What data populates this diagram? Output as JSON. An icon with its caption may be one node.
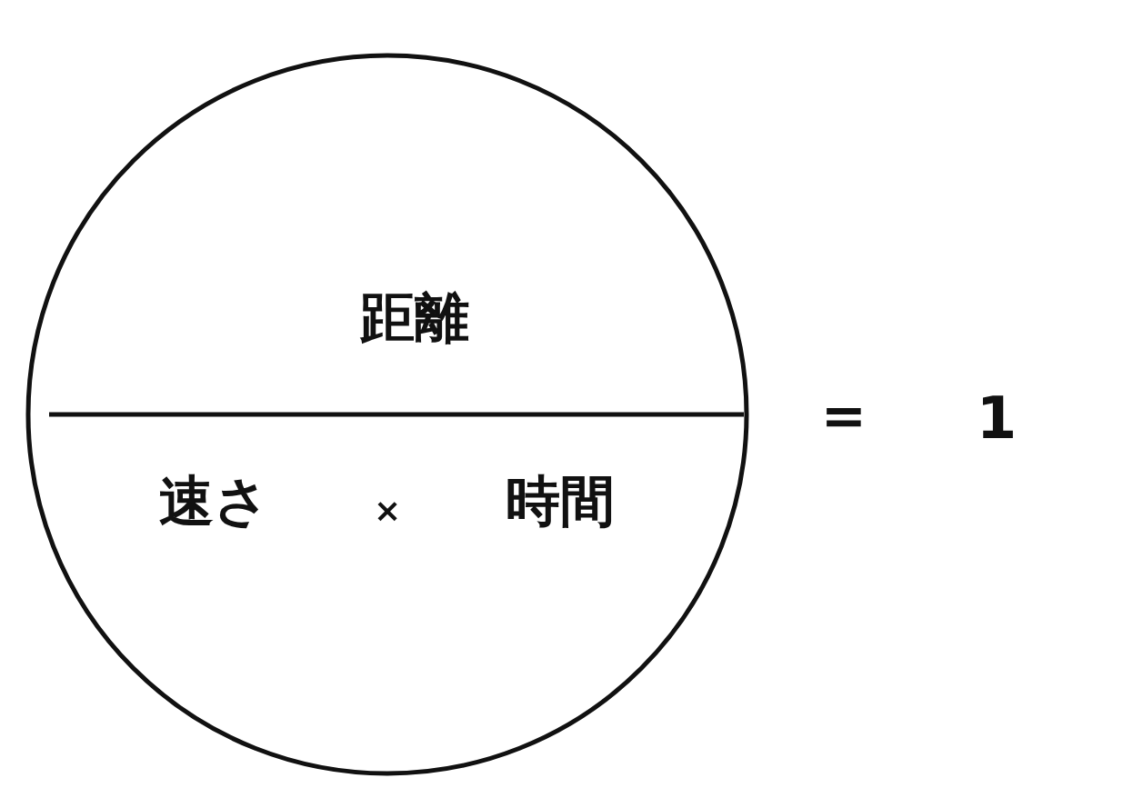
{
  "diagram": {
    "nodes": [
      {
        "text": [
          "距離",
          "速さ",
          "×",
          "時間"
        ]
      }
    ],
    "labels": [
      "=",
      "1"
    ]
  }
}
